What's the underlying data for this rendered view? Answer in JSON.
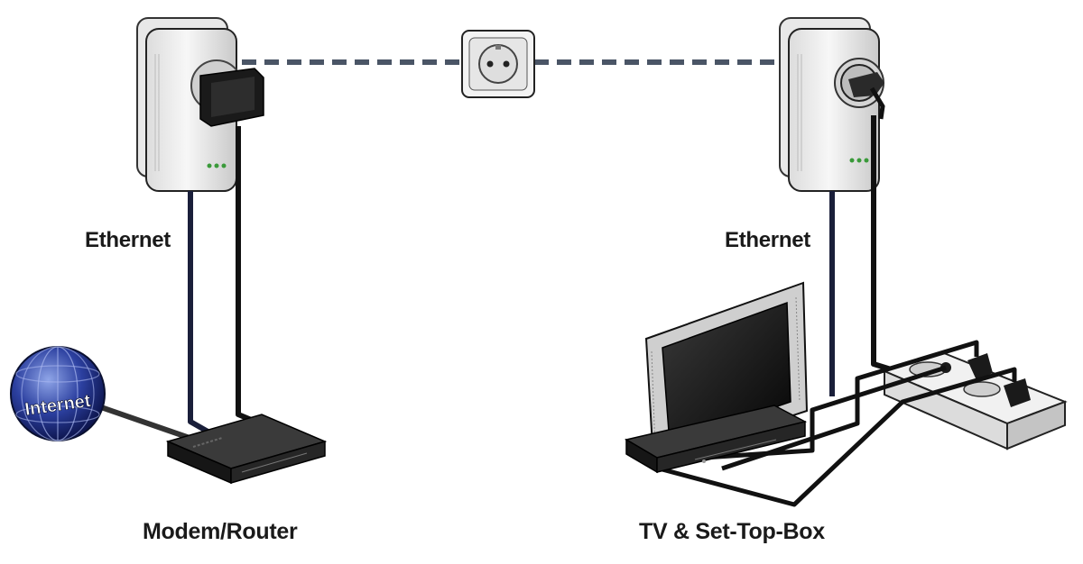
{
  "labels": {
    "internet": "Internet",
    "ethernet_left": "Ethernet",
    "ethernet_right": "Ethernet",
    "modem_router": "Modem/Router",
    "tv_settop": "TV & Set-Top-Box"
  },
  "icons": {
    "globe": "globe-icon",
    "left_adapter": "powerline-adapter-icon",
    "right_adapter": "powerline-adapter-with-passthrough-icon",
    "wall_socket": "wall-socket-icon",
    "modem": "modem-router-icon",
    "tv": "tv-icon",
    "settop": "set-top-box-icon",
    "power_strip": "power-strip-icon"
  },
  "colors": {
    "powerline_dash": "#4a5566",
    "ethernet_cable": "#1a1f3a",
    "globe_blue": "#2a3f9a"
  }
}
